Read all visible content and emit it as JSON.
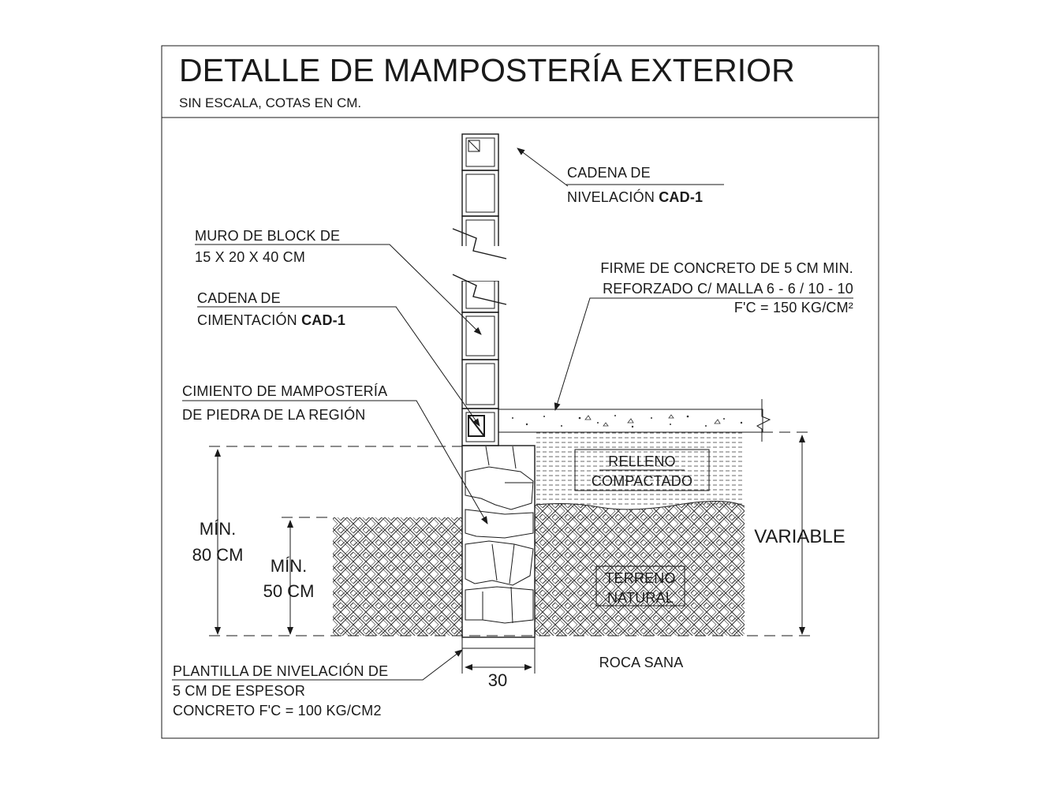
{
  "title": "DETALLE DE MAMPOSTERÍA EXTERIOR",
  "subtitle": "SIN ESCALA, COTAS EN CM.",
  "labels": {
    "cadena_nivelacion_1": "CADENA DE",
    "cadena_nivelacion_2": "NIVELACIÓN ",
    "cadena_nivelacion_code": "CAD-1",
    "muro_1": "MURO DE BLOCK DE",
    "muro_2": "15 X 20 X 40 CM",
    "cadena_cimentacion_1": "CADENA DE",
    "cadena_cimentacion_2": "CIMENTACIÓN ",
    "cadena_cimentacion_code": "CAD-1",
    "cimiento_1": "CIMIENTO DE MAMPOSTERÍA",
    "cimiento_2": "DE PIEDRA DE LA REGIÓN",
    "firme_1": "FIRME DE CONCRETO DE 5 CM MIN.",
    "firme_2": "REFORZADO C/ MALLA  6 - 6 / 10 - 10",
    "firme_3": "F'C = 150 KG/CM²",
    "relleno_1": "RELLENO",
    "relleno_2": "COMPACTADO",
    "terreno_1": "TERRENO",
    "terreno_2": "NATURAL",
    "variable": "VARIABLE",
    "min80_1": "MÍN.",
    "min80_2": "80 CM",
    "min50_1": "MÍN.",
    "min50_2": "50 CM",
    "roca": "ROCA SANA",
    "width_dim": "30",
    "plantilla_1": "PLANTILLA DE NIVELACIÓN DE",
    "plantilla_2": "5 CM DE ESPESOR",
    "plantilla_3": "CONCRETO F'C = 100 KG/CM2"
  }
}
